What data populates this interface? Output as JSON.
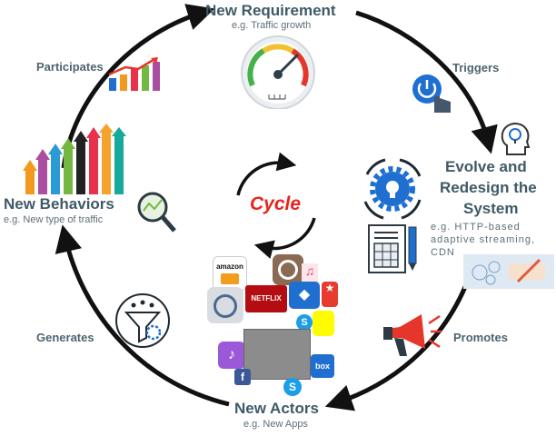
{
  "center": {
    "label": "Cycle"
  },
  "nodes": {
    "new_requirement": {
      "title": "New Requirement",
      "subtitle": "e.g. Traffic growth"
    },
    "evolve": {
      "title_lines": [
        "Evolve and",
        "Redesign the",
        "System"
      ],
      "subtitle_lines": [
        "e.g. HTTP-based",
        "adaptive streaming,",
        "CDN"
      ]
    },
    "new_actors": {
      "title": "New Actors",
      "subtitle": "e.g. New Apps"
    },
    "new_behaviors": {
      "title": "New Behaviors",
      "subtitle": "e.g. New type of traffic"
    }
  },
  "edges": {
    "triggers": "Triggers",
    "promotes": "Promotes",
    "generates": "Generates",
    "participates": "Participates"
  },
  "app_logos": {
    "amazon": "amazon",
    "netflix": "NETFLIX",
    "box": "box"
  },
  "colors": {
    "arrow": "#111111",
    "title": "#3f5a66",
    "cycle": "#e8241b",
    "gear": "#1f6fd1"
  }
}
